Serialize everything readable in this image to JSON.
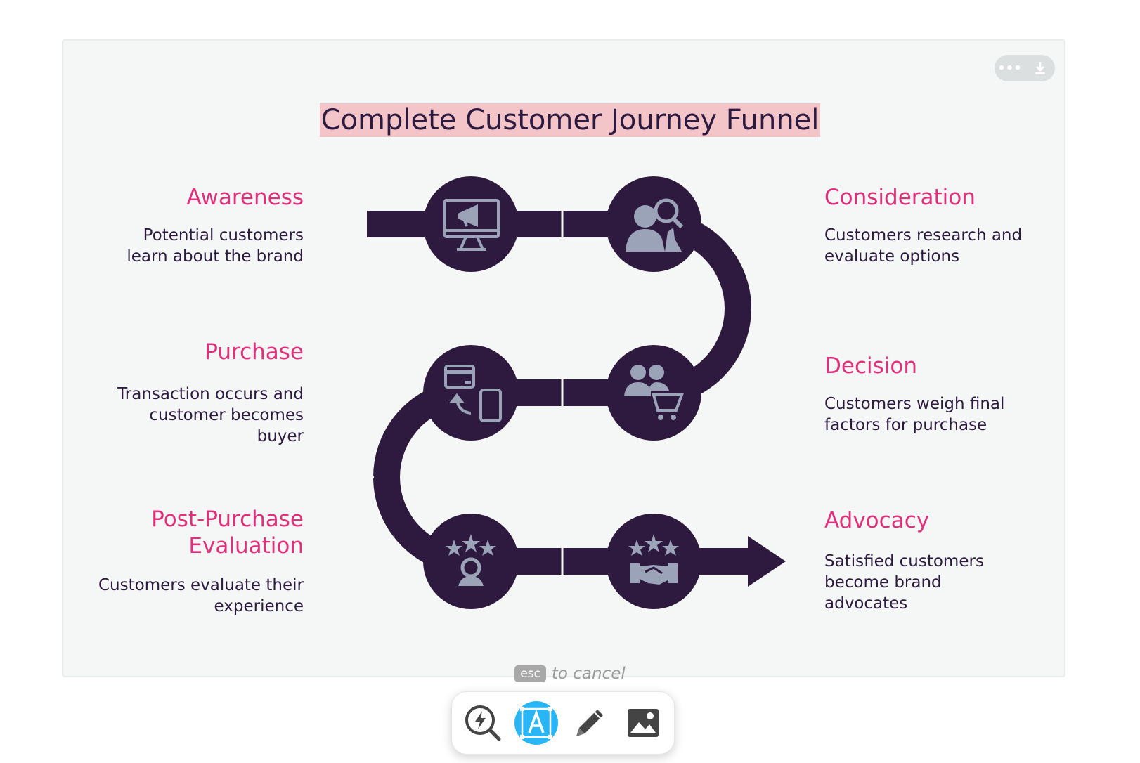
{
  "title": "Complete Customer Journey Funnel",
  "card_actions": [
    {
      "name": "more-icon",
      "label": "•••"
    },
    {
      "name": "download-icon"
    }
  ],
  "stages": [
    {
      "id": "awareness",
      "title": "Awareness",
      "desc_lines": [
        "Potential customers",
        "learn about the brand"
      ],
      "icon": "monitor-megaphone-icon"
    },
    {
      "id": "consideration",
      "title": "Consideration",
      "desc_lines": [
        "Customers research and",
        "evaluate options"
      ],
      "icon": "person-search-icon"
    },
    {
      "id": "purchase",
      "title": "Purchase",
      "desc_lines": [
        "Transaction occurs and",
        "customer becomes",
        "buyer"
      ],
      "icon": "card-phone-icon"
    },
    {
      "id": "decision",
      "title": "Decision",
      "desc_lines": [
        "Customers weigh final",
        "factors for purchase"
      ],
      "icon": "people-cart-icon"
    },
    {
      "id": "post_purchase",
      "title_lines": [
        "Post-Purchase",
        "Evaluation"
      ],
      "desc_lines": [
        "Customers evaluate their",
        "experience"
      ],
      "icon": "stars-person-icon"
    },
    {
      "id": "advocacy",
      "title": "Advocacy",
      "desc_lines": [
        "Satisfied customers",
        "become brand",
        "advocates"
      ],
      "icon": "stars-handshake-icon"
    }
  ],
  "cancel_hint": {
    "key": "esc",
    "text": "to cancel"
  },
  "toolbar": [
    {
      "name": "quick-search-tool",
      "icon": "lightning-magnifier-icon",
      "active": false
    },
    {
      "name": "text-tool",
      "icon": "text-a-icon",
      "active": true
    },
    {
      "name": "pen-tool",
      "icon": "pencil-icon",
      "active": false
    },
    {
      "name": "image-tool",
      "icon": "image-icon",
      "active": false
    }
  ],
  "colors": {
    "background": "#f4f7f6",
    "path": "#2f1a3f",
    "icon": "#9aa3b8",
    "stage_title": "#e0307a",
    "text": "#2c1a3f",
    "title_highlight": "#f3c4c8",
    "active_tool": "#29b6f6"
  }
}
